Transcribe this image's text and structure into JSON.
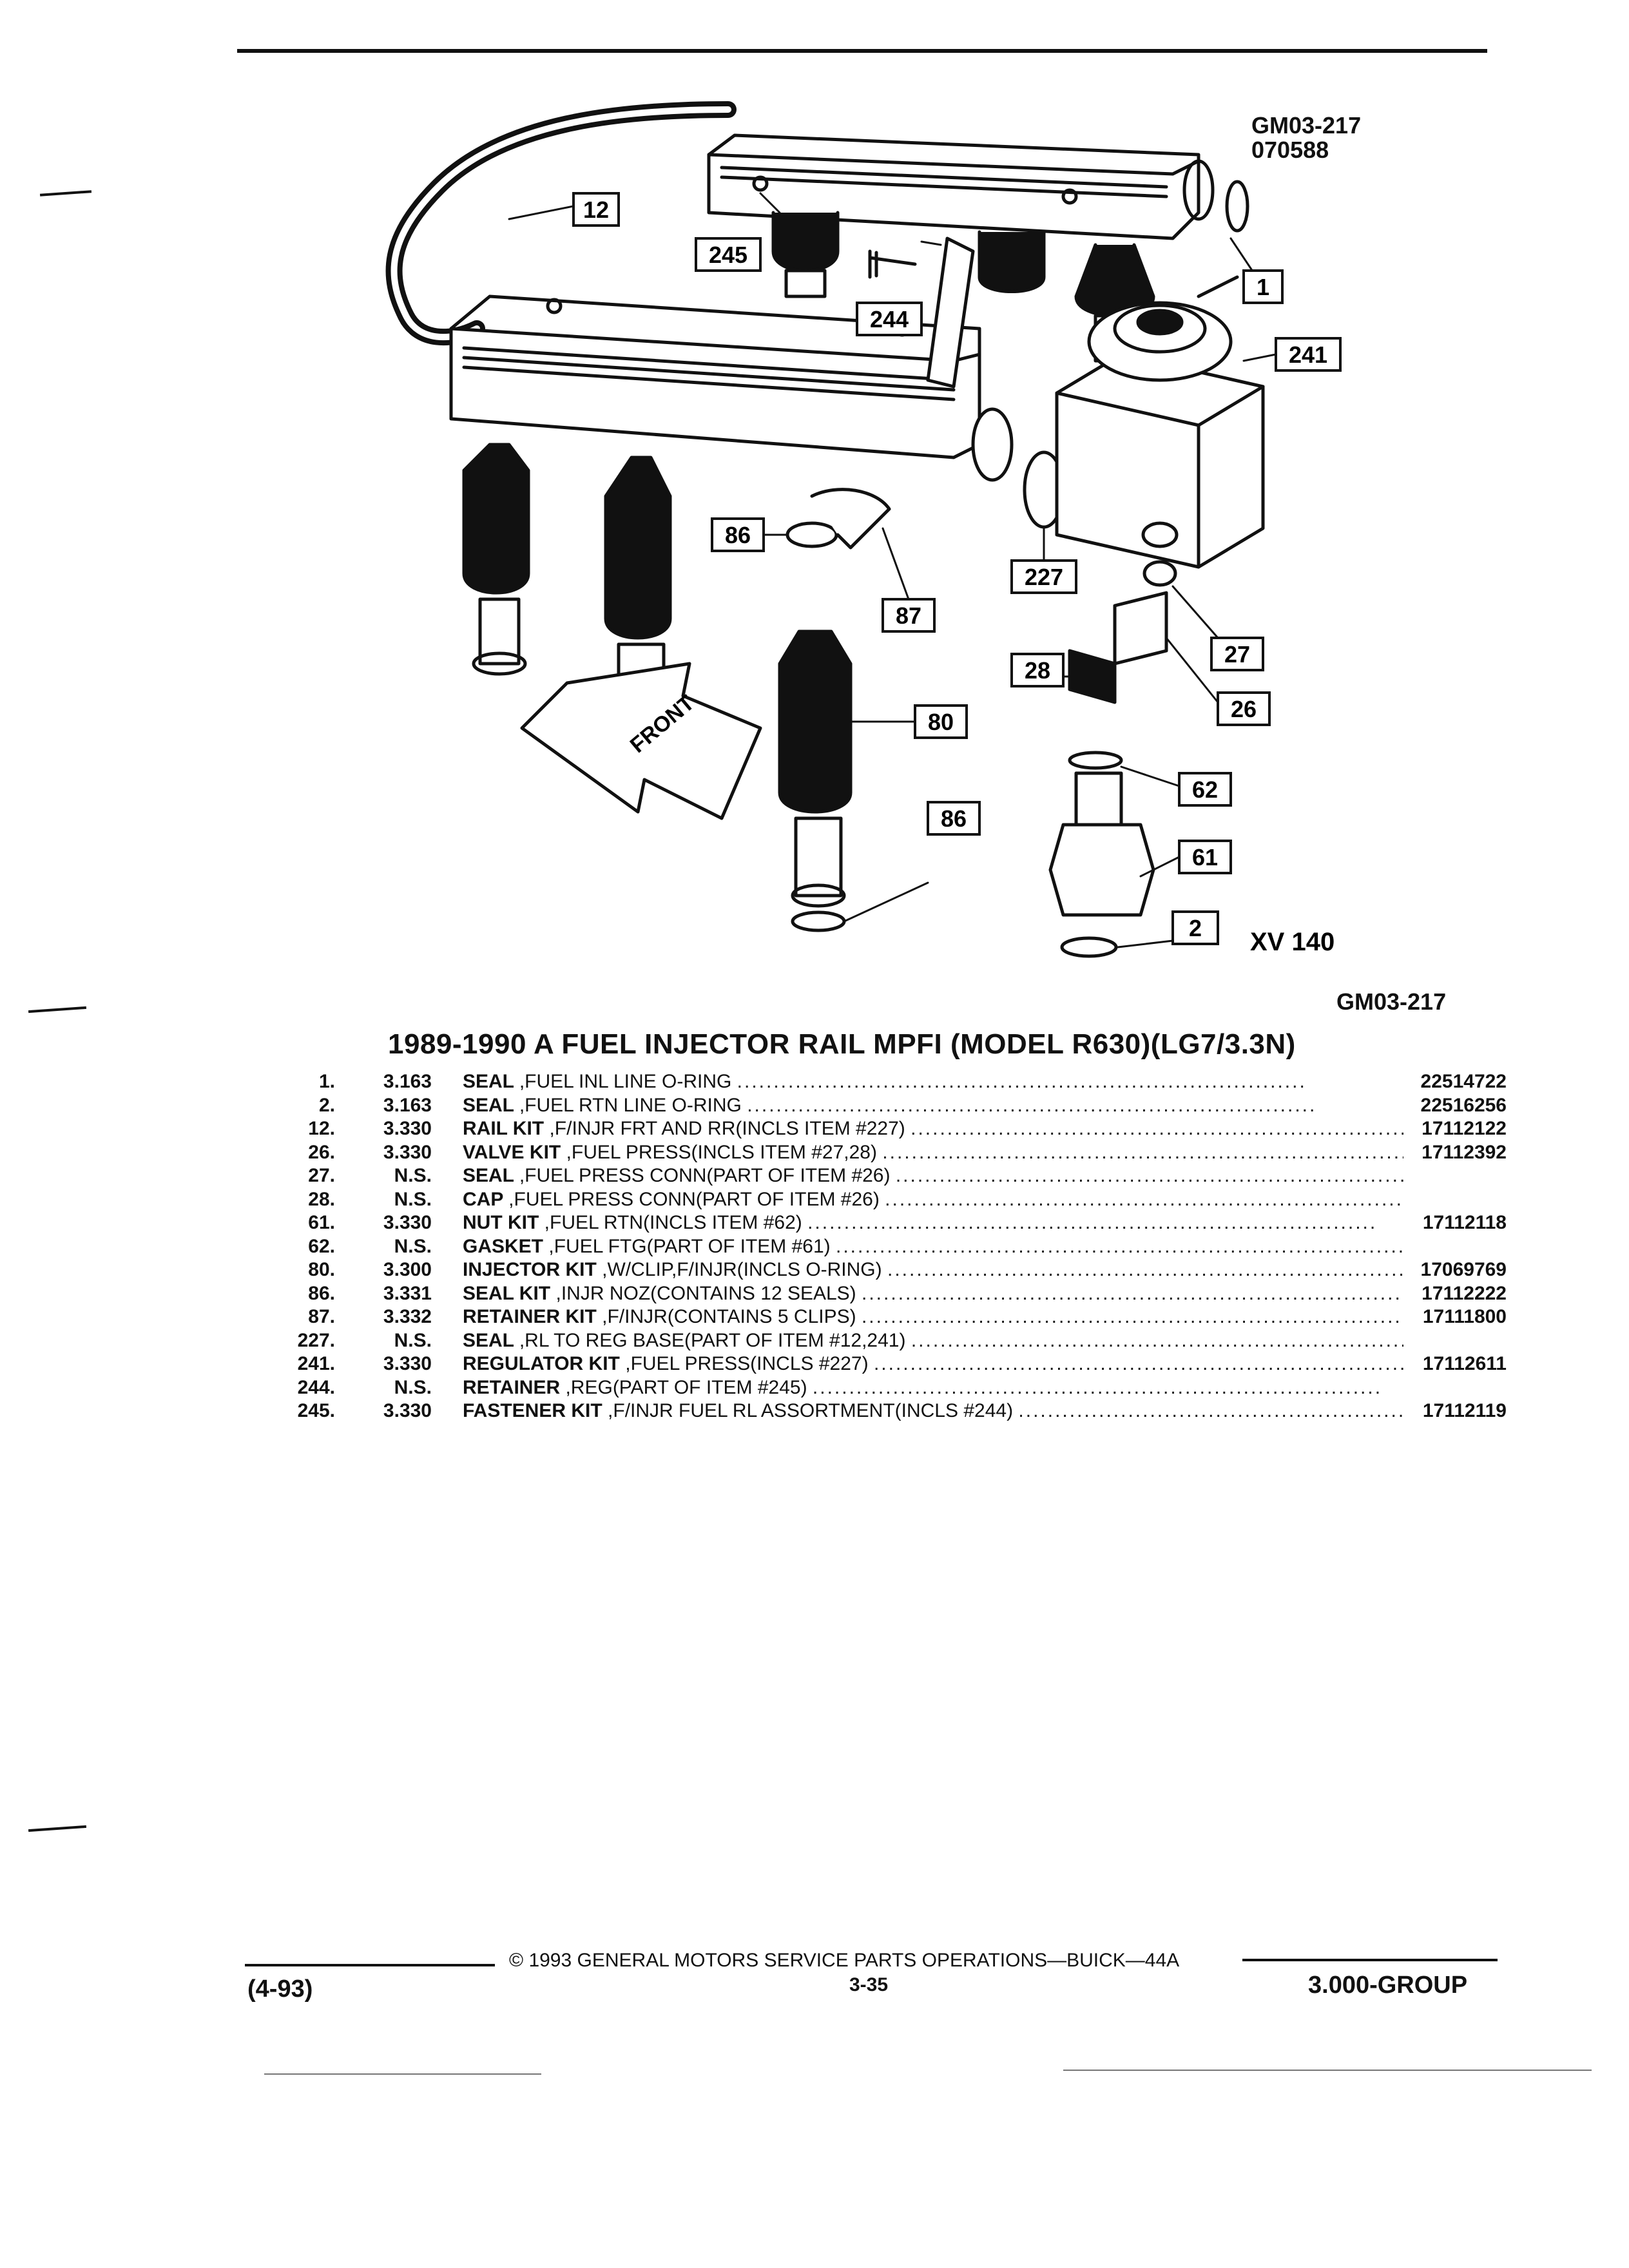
{
  "header": {
    "code_line1": "GM03-217",
    "code_line2": "070588"
  },
  "diagram": {
    "callouts": [
      "12",
      "245",
      "244",
      "1",
      "241",
      "86",
      "227",
      "87",
      "27",
      "28",
      "26",
      "80",
      "62",
      "86",
      "61",
      "2"
    ],
    "front_label": "FRONT",
    "view_label": "XV 140"
  },
  "ref_code": "GM03-217",
  "title": "1989-1990 A FUEL INJECTOR RAIL MPFI (MODEL R630)(LG7/3.3N)",
  "parts": [
    {
      "no": "1.",
      "group": "3.163",
      "name": "SEAL",
      "desc": ",FUEL INL LINE O-RING",
      "part": "22514722"
    },
    {
      "no": "2.",
      "group": "3.163",
      "name": "SEAL",
      "desc": ",FUEL RTN LINE O-RING",
      "part": "22516256"
    },
    {
      "no": "12.",
      "group": "3.330",
      "name": "RAIL KIT",
      "desc": ",F/INJR FRT AND RR(INCLS ITEM #227)",
      "part": "17112122"
    },
    {
      "no": "26.",
      "group": "3.330",
      "name": "VALVE KIT",
      "desc": ",FUEL PRESS(INCLS ITEM #27,28)",
      "part": "17112392"
    },
    {
      "no": "27.",
      "group": "N.S.",
      "name": "SEAL",
      "desc": ",FUEL PRESS CONN(PART OF ITEM #26)",
      "part": ""
    },
    {
      "no": "28.",
      "group": "N.S.",
      "name": "CAP",
      "desc": ",FUEL PRESS CONN(PART OF ITEM #26)",
      "part": ""
    },
    {
      "no": "61.",
      "group": "3.330",
      "name": "NUT KIT",
      "desc": ",FUEL RTN(INCLS ITEM #62)",
      "part": "17112118"
    },
    {
      "no": "62.",
      "group": "N.S.",
      "name": "GASKET",
      "desc": ",FUEL FTG(PART OF ITEM #61)",
      "part": ""
    },
    {
      "no": "80.",
      "group": "3.300",
      "name": "INJECTOR KIT",
      "desc": ",W/CLIP,F/INJR(INCLS O-RING)",
      "part": "17069769"
    },
    {
      "no": "86.",
      "group": "3.331",
      "name": "SEAL KIT",
      "desc": ",INJR NOZ(CONTAINS 12 SEALS)",
      "part": "17112222"
    },
    {
      "no": "87.",
      "group": "3.332",
      "name": "RETAINER KIT",
      "desc": ",F/INJR(CONTAINS 5 CLIPS)",
      "part": "17111800"
    },
    {
      "no": "227.",
      "group": "N.S.",
      "name": "SEAL",
      "desc": ",RL TO REG BASE(PART OF ITEM #12,241)",
      "part": ""
    },
    {
      "no": "241.",
      "group": "3.330",
      "name": "REGULATOR KIT",
      "desc": ",FUEL PRESS(INCLS #227)",
      "part": "17112611"
    },
    {
      "no": "244.",
      "group": "N.S.",
      "name": "RETAINER",
      "desc": ",REG(PART OF ITEM #245)",
      "part": ""
    },
    {
      "no": "245.",
      "group": "3.330",
      "name": "FASTENER KIT",
      "desc": ",F/INJR FUEL RL ASSORTMENT(INCLS #244)",
      "part": "17112119"
    }
  ],
  "footer": {
    "copyright": "© 1993 GENERAL MOTORS SERVICE PARTS OPERATIONS—BUICK—44A",
    "date": "(4-93)",
    "page": "3-35",
    "group": "3.000-GROUP"
  }
}
